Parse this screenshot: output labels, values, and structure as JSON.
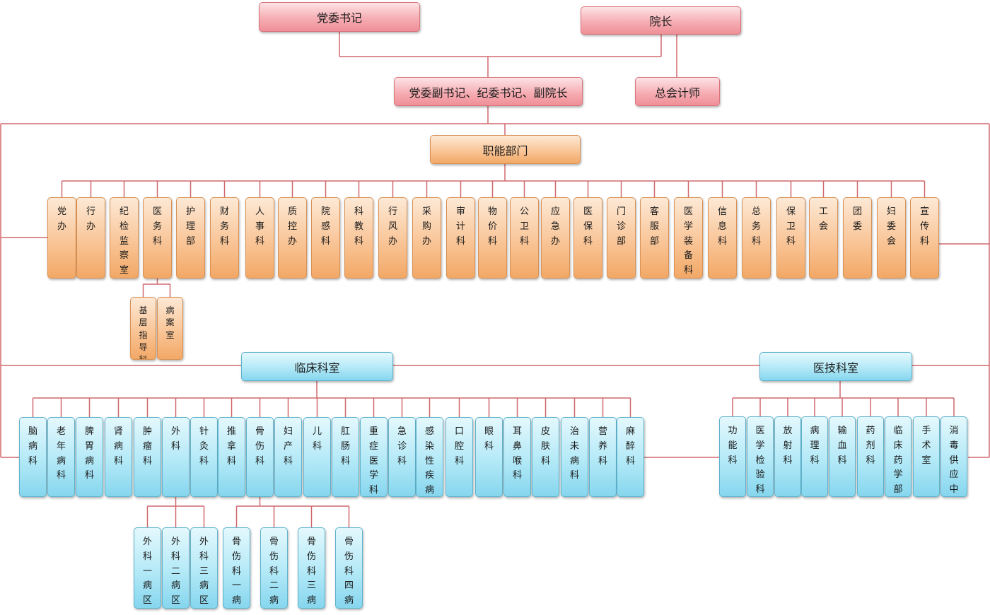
{
  "leadership": {
    "party_secretary": "党委书记",
    "president": "院长",
    "deputies": "党委副书记、纪委书记、副院长",
    "chief_accountant": "总会计师"
  },
  "functional": {
    "title": "职能部门",
    "departments": [
      "党办",
      "行办",
      "纪检监察室",
      "医务科",
      "护理部",
      "财务科",
      "人事科",
      "质控办",
      "院感科",
      "科教科",
      "行风办",
      "采购办",
      "审计科",
      "物价科",
      "公卫科",
      "应急办",
      "医保科",
      "门诊部",
      "客服部",
      "医学装备科",
      "信息科",
      "总务科",
      "保卫科",
      "工会",
      "团委",
      "妇委会",
      "宣传科"
    ],
    "medical_affairs_sub": [
      "基层指导科",
      "病案室"
    ]
  },
  "clinical": {
    "title": "临床科室",
    "departments": [
      "脑病科",
      "老年病科",
      "脾胃病科",
      "肾病科",
      "肿瘤科",
      "外科",
      "针灸科",
      "推拿科",
      "骨伤科",
      "妇产科",
      "儿科",
      "肛肠科",
      "重症医学科",
      "急诊科",
      "感染性疾病科",
      "口腔科",
      "眼科",
      "耳鼻喉科",
      "皮肤科",
      "治未病科",
      "营养科",
      "麻醉科"
    ],
    "surgery_sub": [
      "外科一病区",
      "外科二病区",
      "外科三病区"
    ],
    "orthopedic_sub": [
      "骨伤科一病区",
      "骨伤科二病区",
      "骨伤科三病区",
      "骨伤科四病区"
    ]
  },
  "medtech": {
    "title": "医技科室",
    "departments": [
      "功能科",
      "医学检验科",
      "放射科",
      "病理科",
      "输血科",
      "药剂科",
      "临床药学部",
      "手术室",
      "消毒供应中心"
    ]
  },
  "colors": {
    "connector": "#d0686e",
    "leader_fill": "#f6aeb4",
    "functional_fill": "#f9c597",
    "clinical_fill": "#b3e9f7"
  }
}
